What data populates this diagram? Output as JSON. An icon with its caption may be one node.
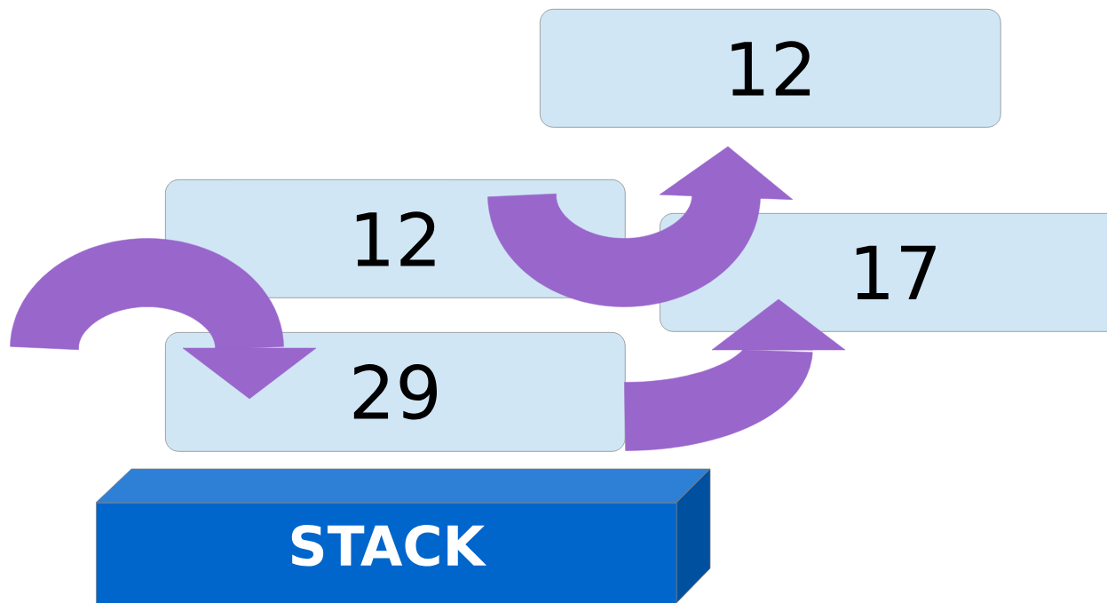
{
  "diagram": {
    "nodes": [
      {
        "text": [
          "12"
        ]
      },
      {
        "text": [
          "12"
        ]
      },
      {
        "text": [
          "17"
        ]
      },
      {
        "text": [
          "29"
        ]
      },
      {
        "text": [
          "STACK"
        ]
      }
    ],
    "edges": [
      {
        "from": null,
        "to": 3,
        "arrow": "to"
      },
      {
        "from": 1,
        "to": 0,
        "arrow": "to"
      },
      {
        "from": 3,
        "to": 2,
        "arrow": "to"
      }
    ]
  }
}
